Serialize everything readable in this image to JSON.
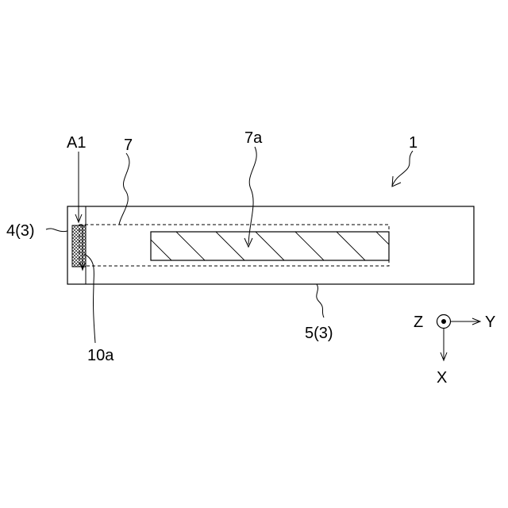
{
  "labels": {
    "device": "1",
    "member_7": "7",
    "region_7a": "7a",
    "arrow_a1": "A1",
    "part_4": "4(3)",
    "part_5": "5(3)",
    "part_10a": "10a"
  },
  "axes": {
    "z": "Z",
    "y": "Y",
    "x": "X"
  }
}
